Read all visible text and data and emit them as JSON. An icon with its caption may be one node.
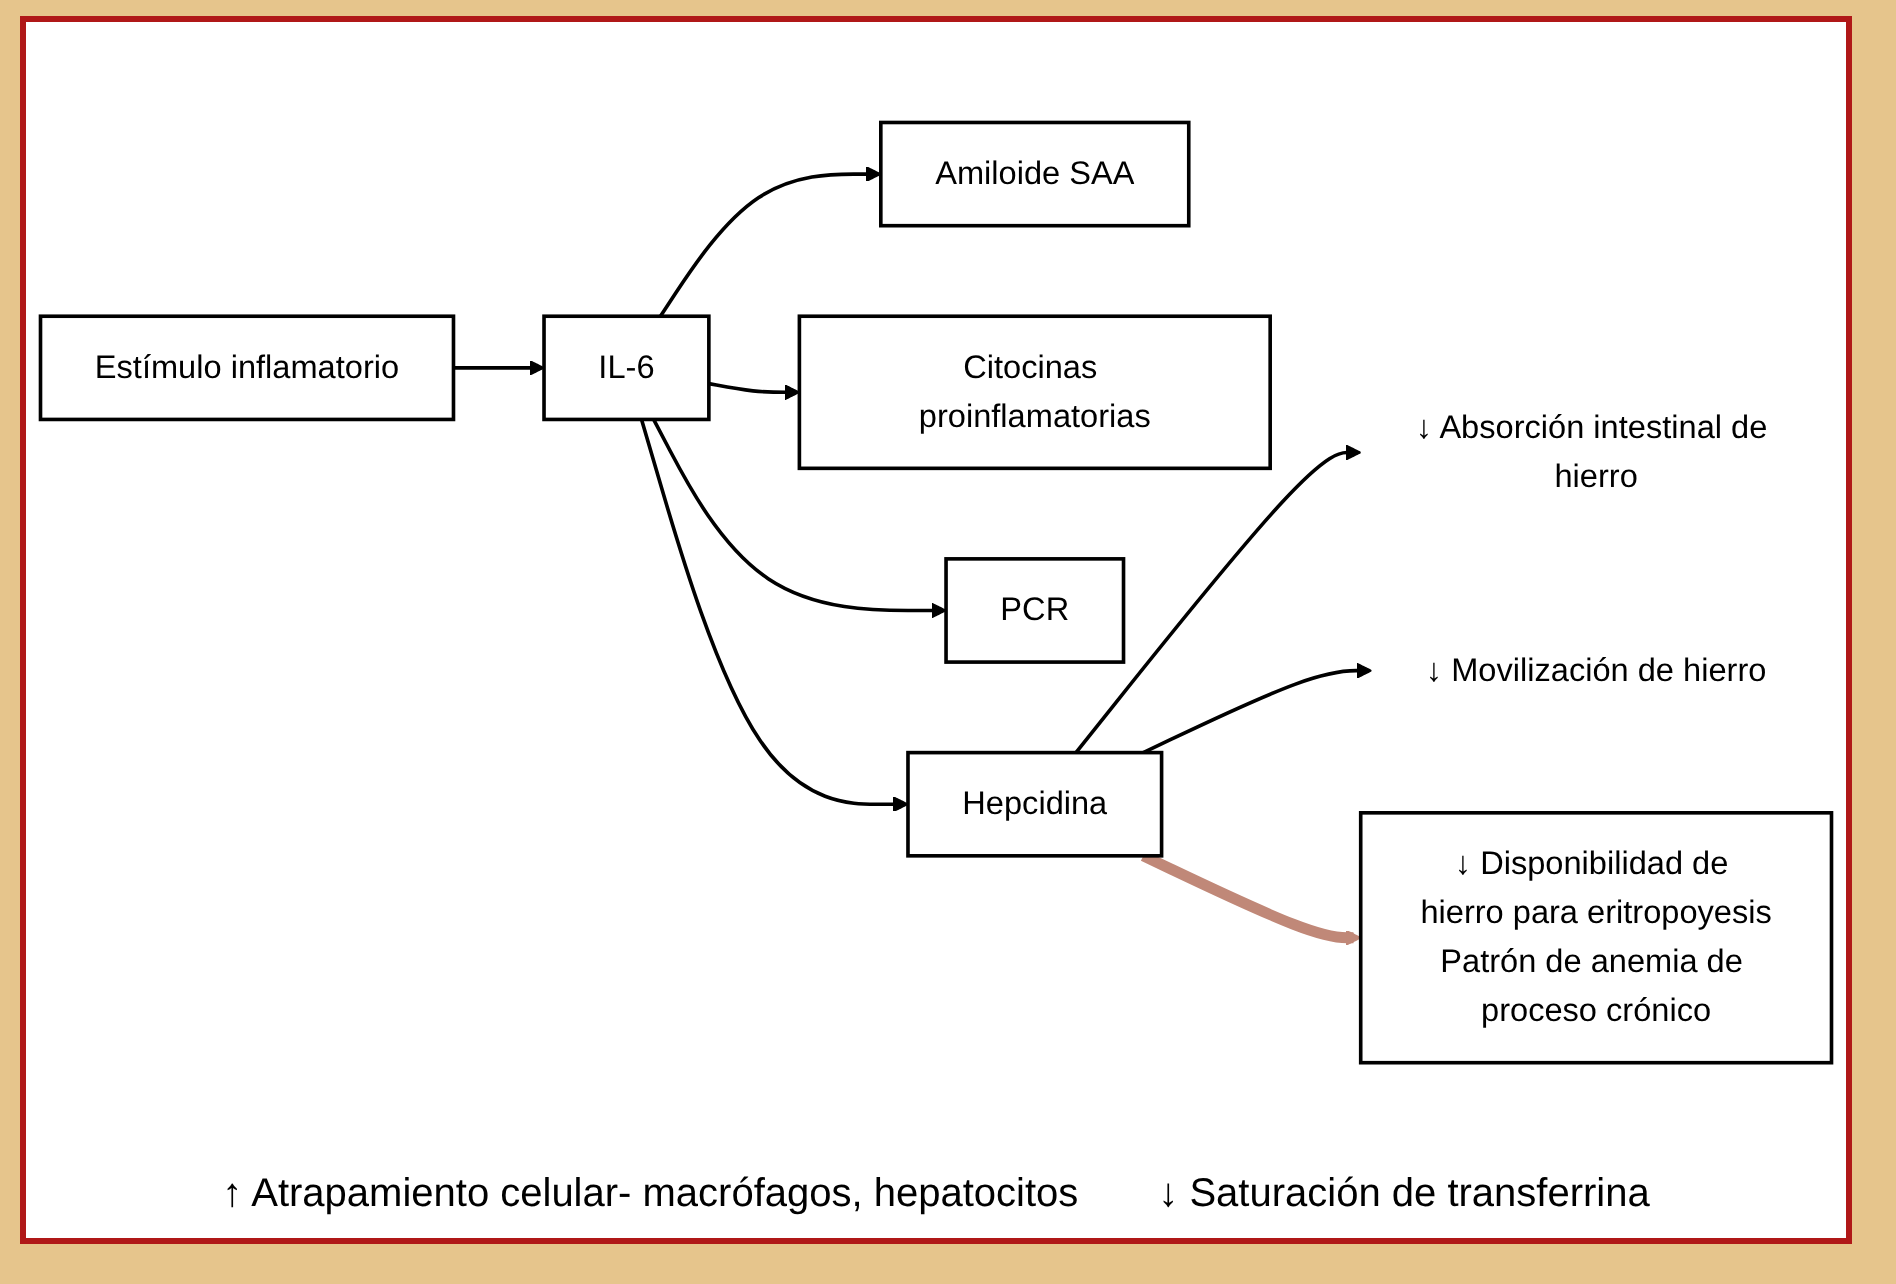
{
  "diagram": {
    "nodes": [
      {
        "text": [
          "Estímulo inflamatorio"
        ]
      },
      {
        "text": [
          "IL-6"
        ]
      },
      {
        "text": [
          "Amiloide SAA"
        ]
      },
      {
        "text": [
          "Citocinas proinflamatorias"
        ]
      },
      {
        "text": [
          "PCR"
        ]
      },
      {
        "text": [
          "Hepcidina"
        ]
      },
      {
        "text": [
          "↓ Absorción intestinal de hierro"
        ]
      },
      {
        "text": [
          "↓ Movilización de hierro"
        ]
      },
      {
        "text": [
          "↓ Disponibilidad de hierro para eritropoyesis",
          "Patrón de anemia de proceso crónico"
        ]
      }
    ],
    "edges": [
      {
        "from": 0,
        "to": 1,
        "arrow": "to"
      },
      {
        "from": 1,
        "to": 2,
        "arrow": "to"
      },
      {
        "from": 1,
        "to": 3,
        "arrow": "to"
      },
      {
        "from": 1,
        "to": 4,
        "arrow": "to"
      },
      {
        "from": 1,
        "to": 5,
        "arrow": "to"
      },
      {
        "from": 5,
        "to": 6,
        "arrow": "to"
      },
      {
        "from": 5,
        "to": 7,
        "arrow": "to"
      },
      {
        "from": 5,
        "to": 8,
        "arrow": "to",
        "style": "thick",
        "color": "#c08878"
      }
    ],
    "labels": [
      "↑ Atrapamiento celular- macrófagos, hepatocitos",
      "↓ Saturación de transferrina"
    ]
  }
}
